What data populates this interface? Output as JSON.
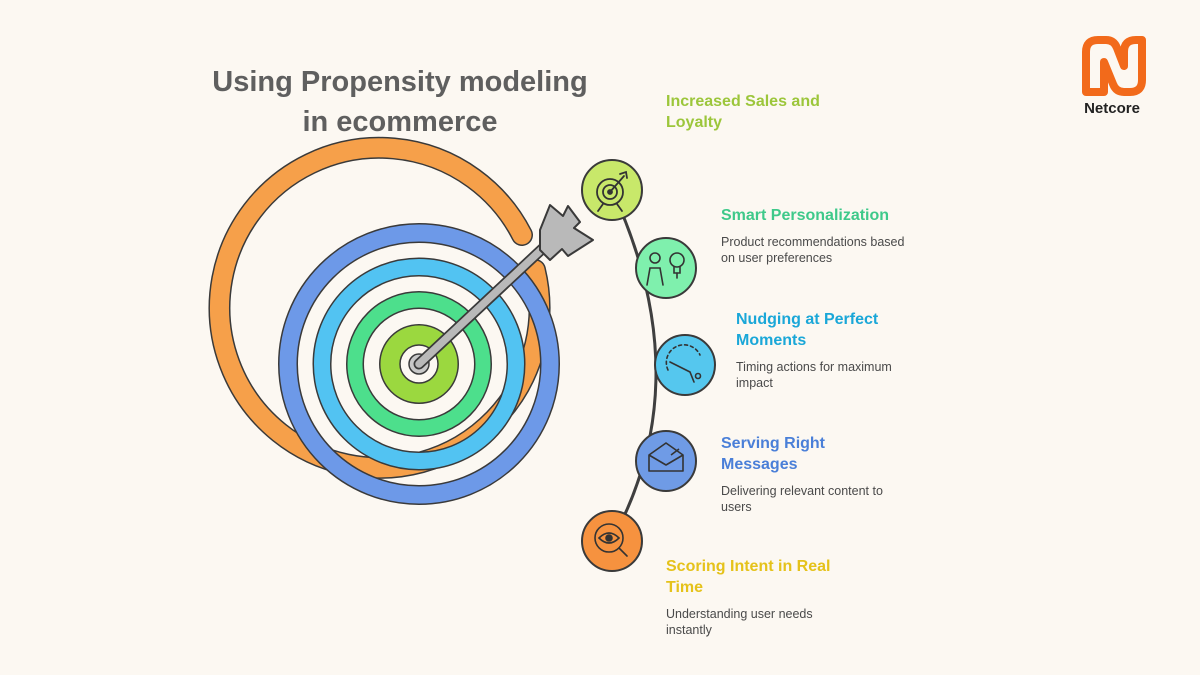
{
  "title": {
    "line1": "Using Propensity modeling",
    "line2": "in ecommerce"
  },
  "brand": {
    "name": "Netcore",
    "color": "#f26a1b"
  },
  "steps": [
    {
      "title": "Increased Sales and Loyalty",
      "description": "",
      "color": "#9cc63b",
      "icon": "target-icon"
    },
    {
      "title": "Smart Personalization",
      "description": "Product recommendations based on user preferences",
      "color": "#3ec98a",
      "icon": "person-lightbulb-icon"
    },
    {
      "title": "Nudging at Perfect Moments",
      "description": "Timing actions for maximum impact",
      "color": "#1aa7d8",
      "icon": "timing-curve-icon"
    },
    {
      "title": "Serving Right Messages",
      "description": "Delivering relevant content to users",
      "color": "#4a7fd8",
      "icon": "envelope-icon"
    },
    {
      "title": "Scoring Intent in Real Time",
      "description": "Understanding user needs instantly",
      "color": "#e5c21a",
      "icon": "eye-magnifier-icon"
    }
  ],
  "target": {
    "ring_colors": [
      "#f6a04a",
      "#6d99e8",
      "#52c3f2",
      "#4ddf8c",
      "#9bd83f",
      "#c8c8c8"
    ],
    "arrow_color": "#b9b9b9"
  }
}
